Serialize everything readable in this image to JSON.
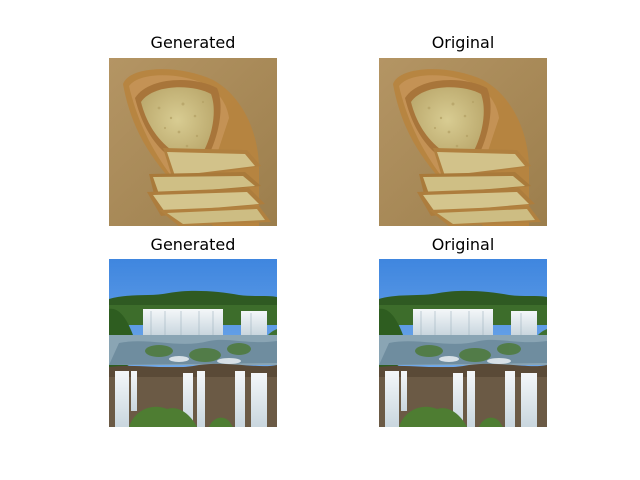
{
  "figure": {
    "panels": [
      {
        "title": "Generated",
        "image": "bread-loaf-slices-generated"
      },
      {
        "title": "Original",
        "image": "bread-loaf-slices-original"
      },
      {
        "title": "Generated",
        "image": "waterfall-landscape-generated"
      },
      {
        "title": "Original",
        "image": "waterfall-landscape-original"
      }
    ]
  },
  "colors": {
    "bread_background": "#a98a55",
    "bread_crust": "#b8843e",
    "bread_crumb": "#cdbf86",
    "sky": "#4a8fe0",
    "forest": "#3b6b2a",
    "water": "#e8eef2",
    "rock": "#6b5a45"
  }
}
